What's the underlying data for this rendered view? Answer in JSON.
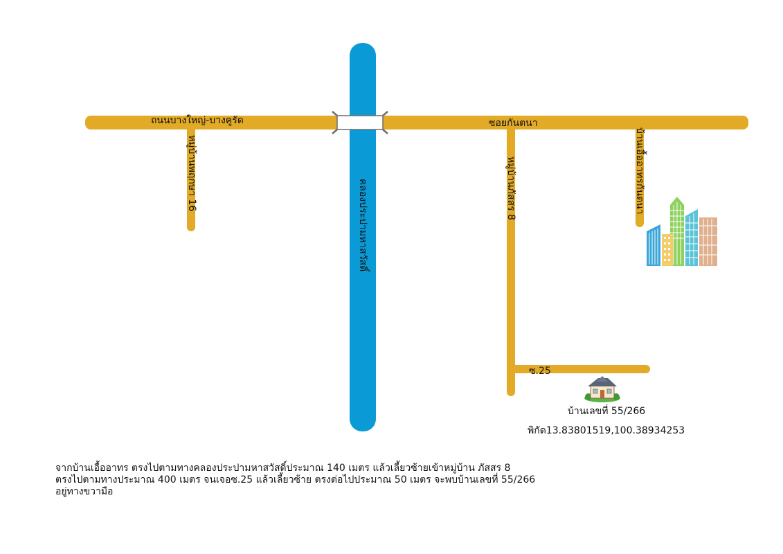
{
  "roads": {
    "main_left": "ถนนบางใหญ่-บางคูรัด",
    "main_right": "ซอยกันตนา",
    "left_branch": "หมู่บ้านพฤกษา 16",
    "middle_branch": "หมู่บ้านภัสสร 8",
    "right_branch": "บ้านเอื้ออาทรกันตนา",
    "side_street": "ซ.25"
  },
  "canal": {
    "name": "คลองประปามหาสวัสดิ์",
    "color": "#0A9AD5"
  },
  "road_color": "#E2AA27",
  "house": {
    "label": "บ้านเลขที่ 55/266",
    "coordinates": "พิกัด13.83801519,100.38934253",
    "icon": "house-icon"
  },
  "buildings_icon": "city-buildings-icon",
  "bridge_icon": "bridge-icon",
  "directions": [
    "จากบ้านเอื้ออาทร ตรงไปตามทางคลองประปามหาสวัสดิ์ประมาณ  140 เมตร แล้วเลี้ยวซ้ายเข้าหมู่บ้าน ภัสสร 8",
    "ตรงไปตามทางประมาณ 400 เมตร จนเจอซ.25 แล้วเลี้ยวซ้าย ตรงต่อไปประมาณ 50 เมตร จะพบบ้านเลขที่ 55/266",
    "อยู่ทางขวามือ"
  ]
}
